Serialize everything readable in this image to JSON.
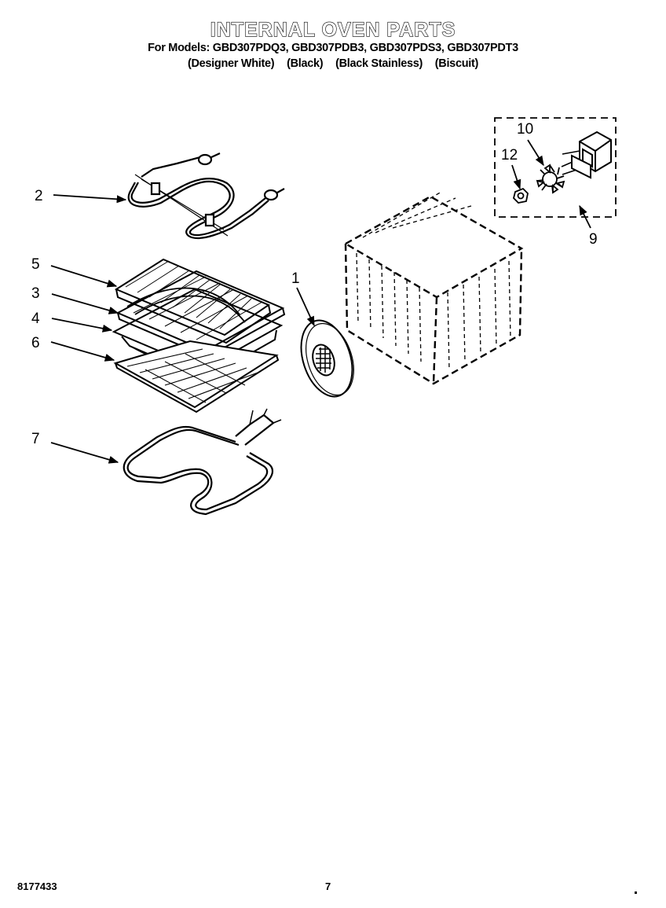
{
  "header": {
    "title": "INTERNAL OVEN PARTS",
    "models_line": "For Models: GBD307PDQ3, GBD307PDB3, GBD307PDS3, GBD307PDT3",
    "colors": [
      "(Designer White)",
      "(Black)",
      "(Black Stainless)",
      "(Biscuit)"
    ]
  },
  "callouts": {
    "c1": "1",
    "c2": "2",
    "c3": "3",
    "c4": "4",
    "c5": "5",
    "c6": "6",
    "c7": "7",
    "c9": "9",
    "c10": "10",
    "c12": "12"
  },
  "footer": {
    "doc_number": "8177433",
    "page_number": "7"
  }
}
